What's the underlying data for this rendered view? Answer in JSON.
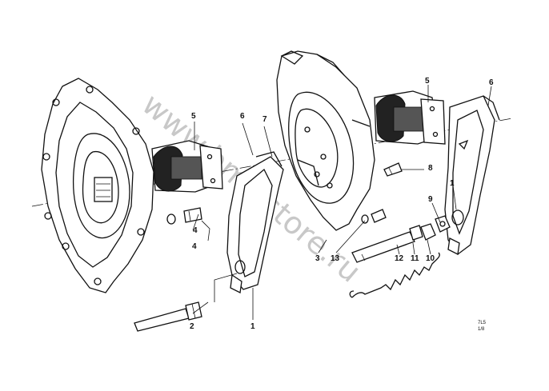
{
  "diagram": {
    "callouts": [
      {
        "id": "callout-1-left",
        "text": "1"
      },
      {
        "id": "callout-1-right",
        "text": "1"
      },
      {
        "id": "callout-2",
        "text": "2"
      },
      {
        "id": "callout-3",
        "text": "3"
      },
      {
        "id": "callout-4-left",
        "text": "4"
      },
      {
        "id": "callout-4-right",
        "text": "4"
      },
      {
        "id": "callout-5-left",
        "text": "5"
      },
      {
        "id": "callout-5-right",
        "text": "5"
      },
      {
        "id": "callout-6-left",
        "text": "6"
      },
      {
        "id": "callout-6-right",
        "text": "6"
      },
      {
        "id": "callout-7",
        "text": "7"
      },
      {
        "id": "callout-8",
        "text": "8"
      },
      {
        "id": "callout-9",
        "text": "9"
      },
      {
        "id": "callout-10",
        "text": "10"
      },
      {
        "id": "callout-11",
        "text": "11"
      },
      {
        "id": "callout-12",
        "text": "12"
      },
      {
        "id": "callout-13",
        "text": "13"
      }
    ],
    "drawing_code": {
      "line1": "7L5",
      "line2": "1/8"
    },
    "watermark": "www.bmwstore.ru"
  }
}
